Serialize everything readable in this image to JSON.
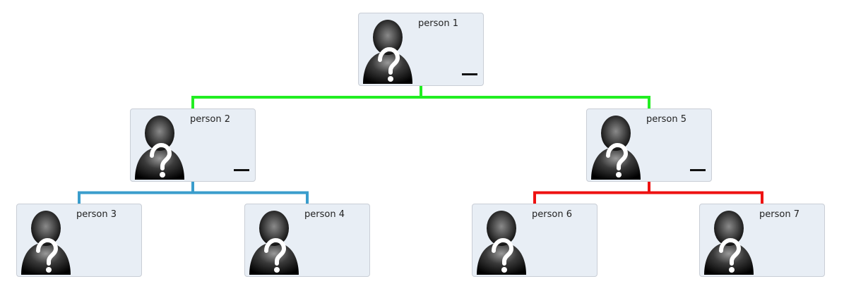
{
  "nodes": [
    {
      "id": "n1",
      "name": "person 1",
      "collapsible": true
    },
    {
      "id": "n2",
      "name": "person 2",
      "collapsible": true
    },
    {
      "id": "n3",
      "name": "person 3",
      "collapsible": false
    },
    {
      "id": "n4",
      "name": "person 4",
      "collapsible": false
    },
    {
      "id": "n5",
      "name": "person 5",
      "collapsible": true
    },
    {
      "id": "n6",
      "name": "person 6",
      "collapsible": false
    },
    {
      "id": "n7",
      "name": "person 7",
      "collapsible": false
    }
  ],
  "edges": [
    {
      "from": "n1",
      "to": "n2",
      "color": "#22ee22"
    },
    {
      "from": "n1",
      "to": "n5",
      "color": "#22ee22"
    },
    {
      "from": "n2",
      "to": "n3",
      "color": "#3a9dcc"
    },
    {
      "from": "n2",
      "to": "n4",
      "color": "#3a9dcc"
    },
    {
      "from": "n5",
      "to": "n6",
      "color": "#ee1111"
    },
    {
      "from": "n5",
      "to": "n7",
      "color": "#ee1111"
    }
  ],
  "avatar_icon": "unknown-person-icon"
}
